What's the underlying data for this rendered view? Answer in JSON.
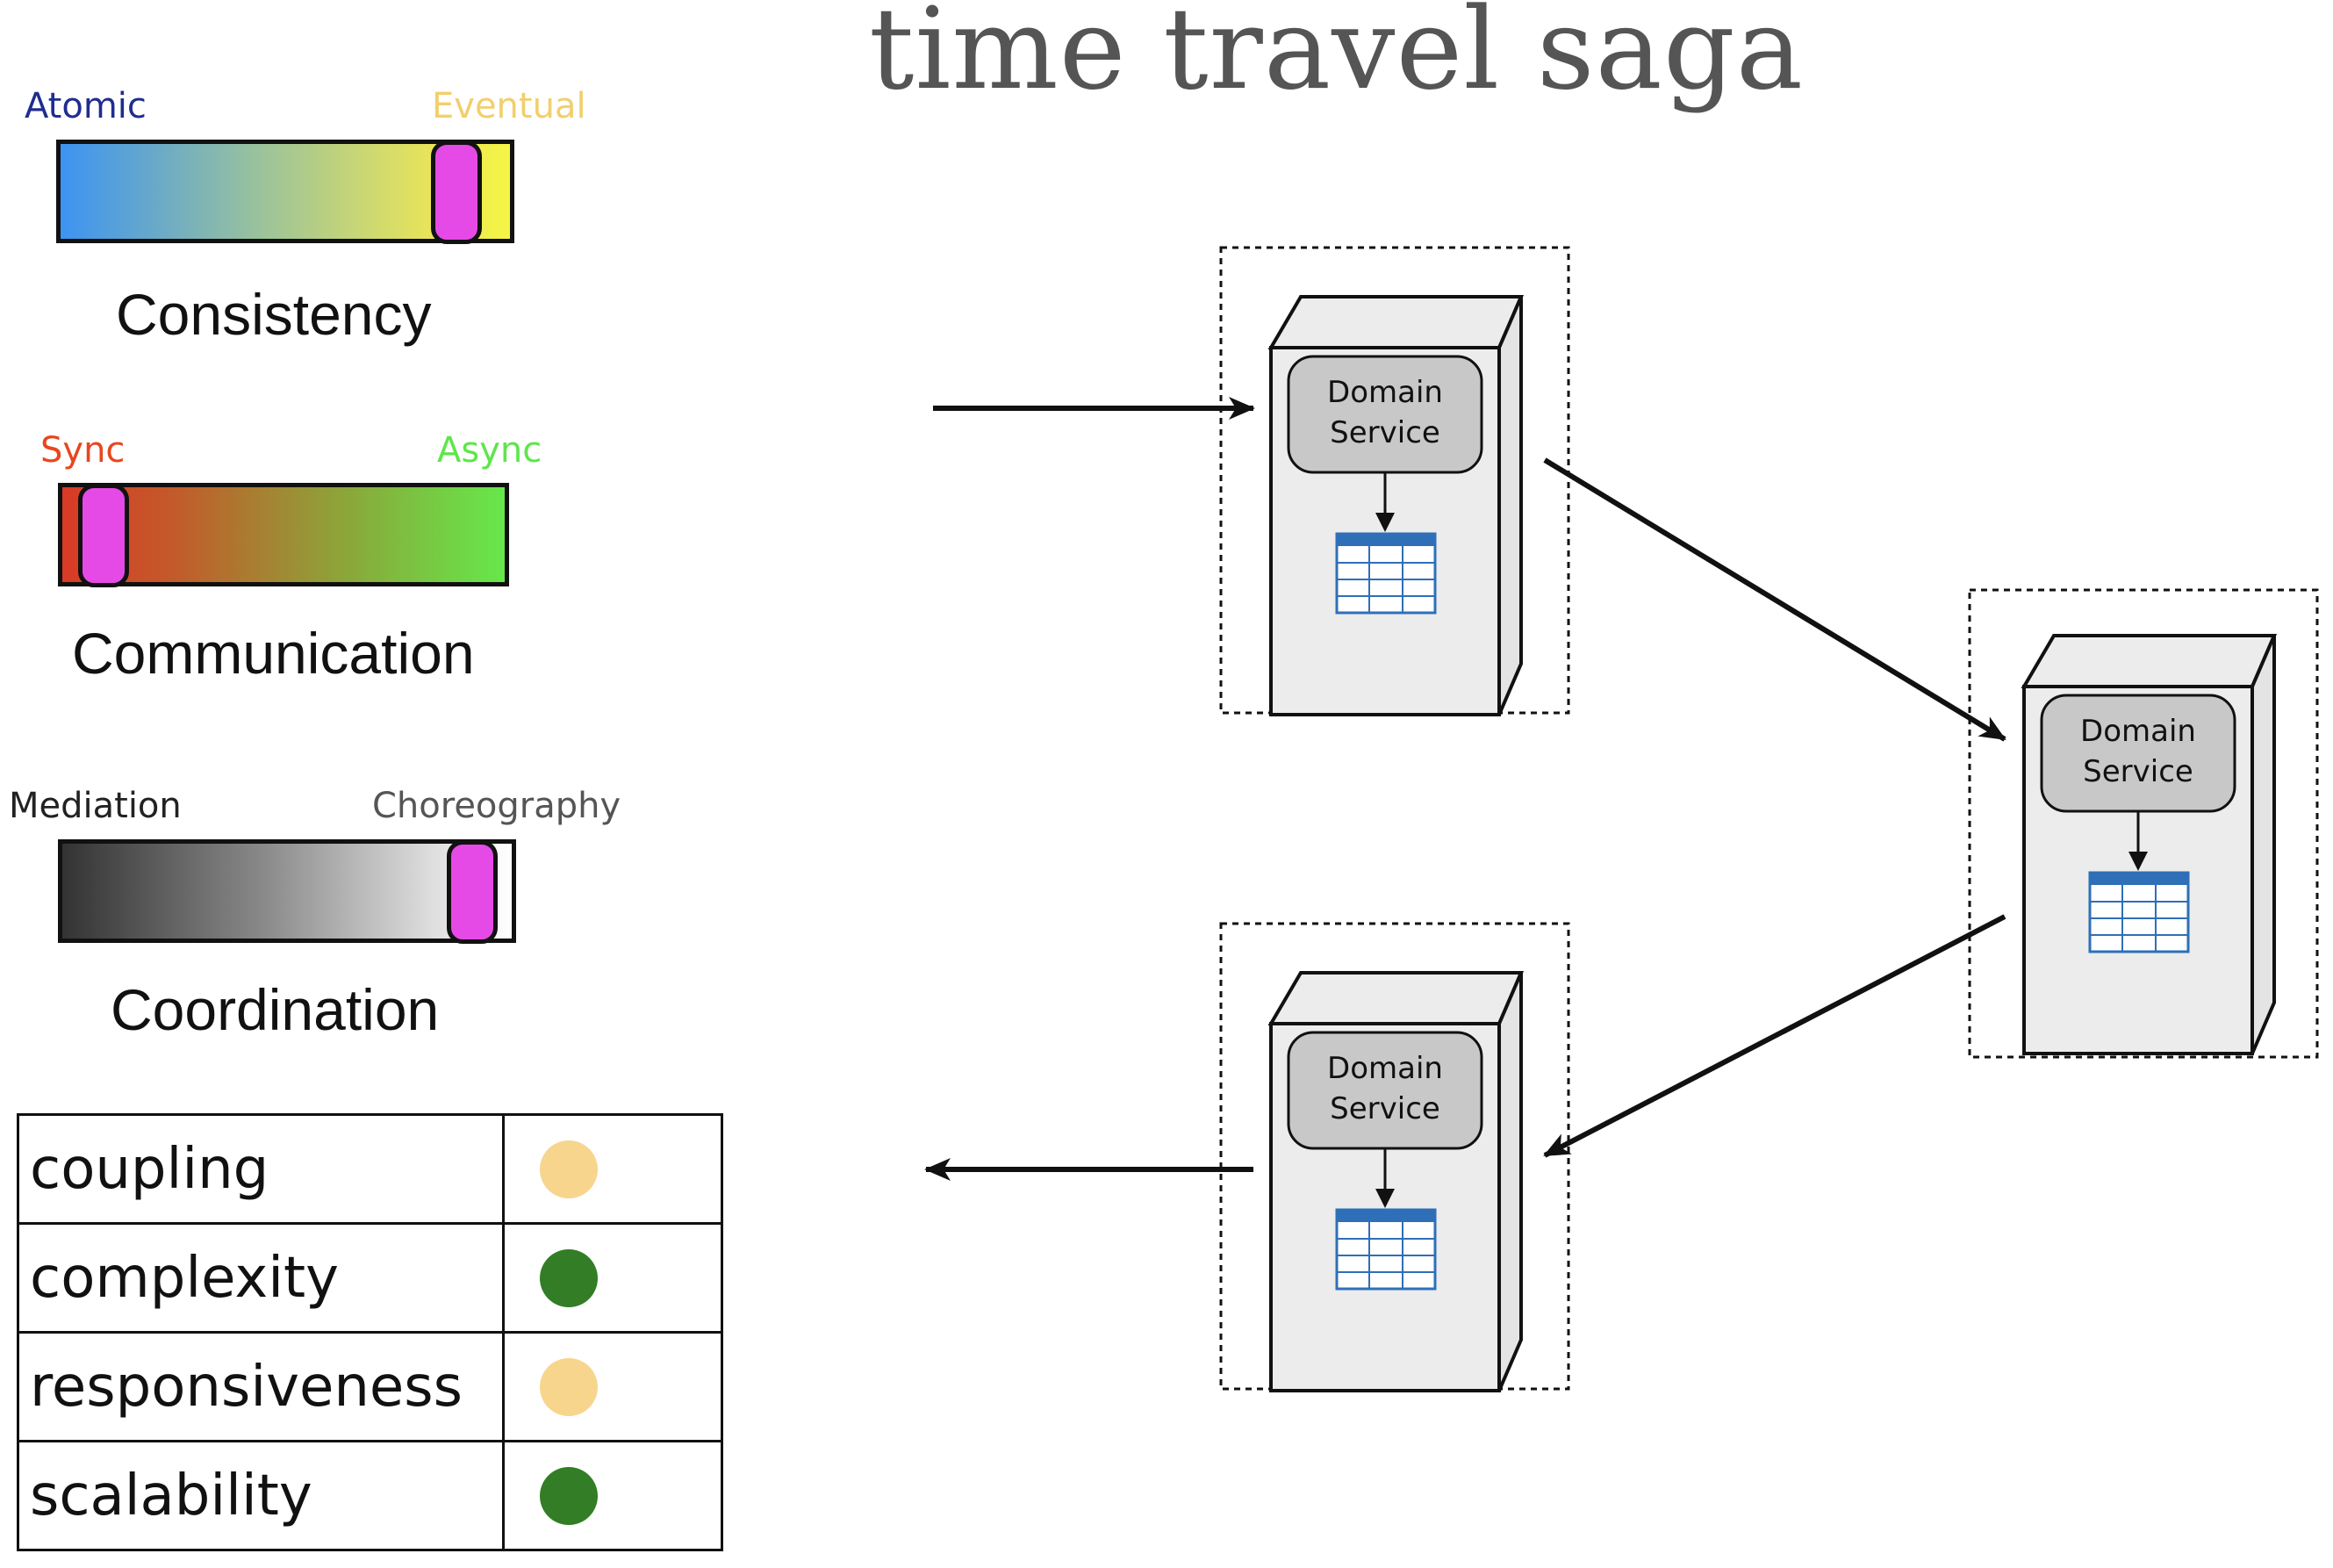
{
  "title": "time travel saga",
  "spectrums": [
    {
      "left_label": "Atomic",
      "right_label": "Eventual",
      "left_color": "#1f2d8f",
      "right_color": "#f2cf6c",
      "caption": "Consistency",
      "position": 0.88
    },
    {
      "left_label": "Sync",
      "right_label": "Async",
      "left_color": "#e8461f",
      "right_color": "#5ee64a",
      "caption": "Communication",
      "position": 0.09
    },
    {
      "left_label": "Mediation",
      "right_label": "Choreography",
      "left_color": "#222222",
      "right_color": "#555555",
      "caption": "Coordination",
      "position": 0.9
    }
  ],
  "ratings": [
    {
      "name": "coupling",
      "status": "medium",
      "color": "#f7d58d"
    },
    {
      "name": "complexity",
      "status": "good",
      "color": "#327d26"
    },
    {
      "name": "responsiveness",
      "status": "medium",
      "color": "#f7d58d"
    },
    {
      "name": "scalability",
      "status": "good",
      "color": "#327d26"
    }
  ],
  "services": [
    {
      "line1": "Domain",
      "line2": "Service"
    },
    {
      "line1": "Domain",
      "line2": "Service"
    },
    {
      "line1": "Domain",
      "line2": "Service"
    }
  ],
  "icons": [
    "server-icon",
    "database-table-icon",
    "arrow-icon"
  ]
}
